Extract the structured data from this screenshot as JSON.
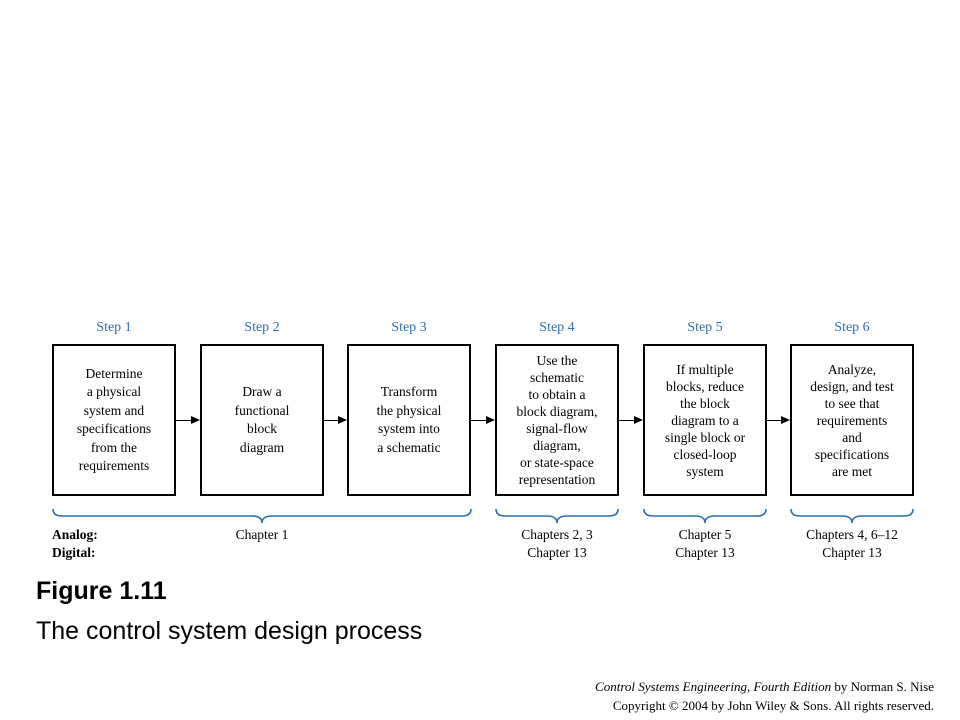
{
  "steps": [
    {
      "label": "Step 1",
      "text": "Determine\na physical\nsystem and\nspecifications\nfrom the\nrequirements"
    },
    {
      "label": "Step 2",
      "text": "Draw a\nfunctional\nblock\ndiagram"
    },
    {
      "label": "Step 3",
      "text": "Transform\nthe physical\nsystem into\na schematic"
    },
    {
      "label": "Step 4",
      "text": "Use the\nschematic\nto obtain a\nblock diagram,\nsignal-flow\ndiagram,\nor state-space\nrepresentation"
    },
    {
      "label": "Step 5",
      "text": "If multiple\nblocks, reduce\nthe block\ndiagram to a\nsingle block or\nclosed-loop\nsystem"
    },
    {
      "label": "Step 6",
      "text": "Analyze,\ndesign, and test\nto see that\nrequirements\nand\nspecifications\nare met"
    }
  ],
  "rows": {
    "analog_label": "Analog:",
    "digital_label": "Digital:"
  },
  "chapters": [
    {
      "analog": "Chapter 1",
      "digital": ""
    },
    {
      "analog": "Chapters 2, 3",
      "digital": "Chapter 13"
    },
    {
      "analog": "Chapter 5",
      "digital": "Chapter 13"
    },
    {
      "analog": "Chapters 4, 6–12",
      "digital": "Chapter 13"
    }
  ],
  "figure": {
    "number": "Figure 1.11",
    "caption": "The control system design process"
  },
  "credit": {
    "book_title": "Control Systems Engineering, Fourth Edition",
    "author": " by Norman S. Nise",
    "copyright": "Copyright © 2004 by John Wiley & Sons. All rights reserved."
  },
  "colors": {
    "accent": "#2a6fb0",
    "box_border": "#000000"
  }
}
